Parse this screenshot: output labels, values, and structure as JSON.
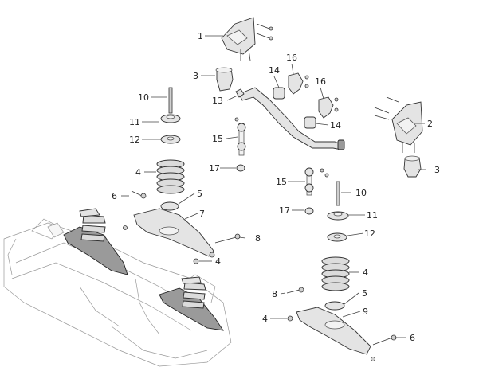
{
  "diagram": {
    "callouts": [
      {
        "id": "c1",
        "label": "1"
      },
      {
        "id": "c2",
        "label": "2"
      },
      {
        "id": "c3a",
        "label": "3"
      },
      {
        "id": "c3b",
        "label": "3"
      },
      {
        "id": "c4a",
        "label": "4"
      },
      {
        "id": "c4b",
        "label": "4"
      },
      {
        "id": "c4c",
        "label": "4"
      },
      {
        "id": "c4d",
        "label": "4"
      },
      {
        "id": "c5a",
        "label": "5"
      },
      {
        "id": "c5b",
        "label": "5"
      },
      {
        "id": "c6a",
        "label": "6"
      },
      {
        "id": "c6b",
        "label": "6"
      },
      {
        "id": "c7",
        "label": "7"
      },
      {
        "id": "c8a",
        "label": "8"
      },
      {
        "id": "c8b",
        "label": "8"
      },
      {
        "id": "c9",
        "label": "9"
      },
      {
        "id": "c10a",
        "label": "10"
      },
      {
        "id": "c10b",
        "label": "10"
      },
      {
        "id": "c11a",
        "label": "11"
      },
      {
        "id": "c11b",
        "label": "11"
      },
      {
        "id": "c12a",
        "label": "12"
      },
      {
        "id": "c12b",
        "label": "12"
      },
      {
        "id": "c13",
        "label": "13"
      },
      {
        "id": "c14a",
        "label": "14"
      },
      {
        "id": "c14b",
        "label": "14"
      },
      {
        "id": "c15a",
        "label": "15"
      },
      {
        "id": "c15b",
        "label": "15"
      },
      {
        "id": "c16a",
        "label": "16"
      },
      {
        "id": "c16b",
        "label": "16"
      },
      {
        "id": "c17a",
        "label": "17"
      },
      {
        "id": "c17b",
        "label": "17"
      }
    ]
  }
}
